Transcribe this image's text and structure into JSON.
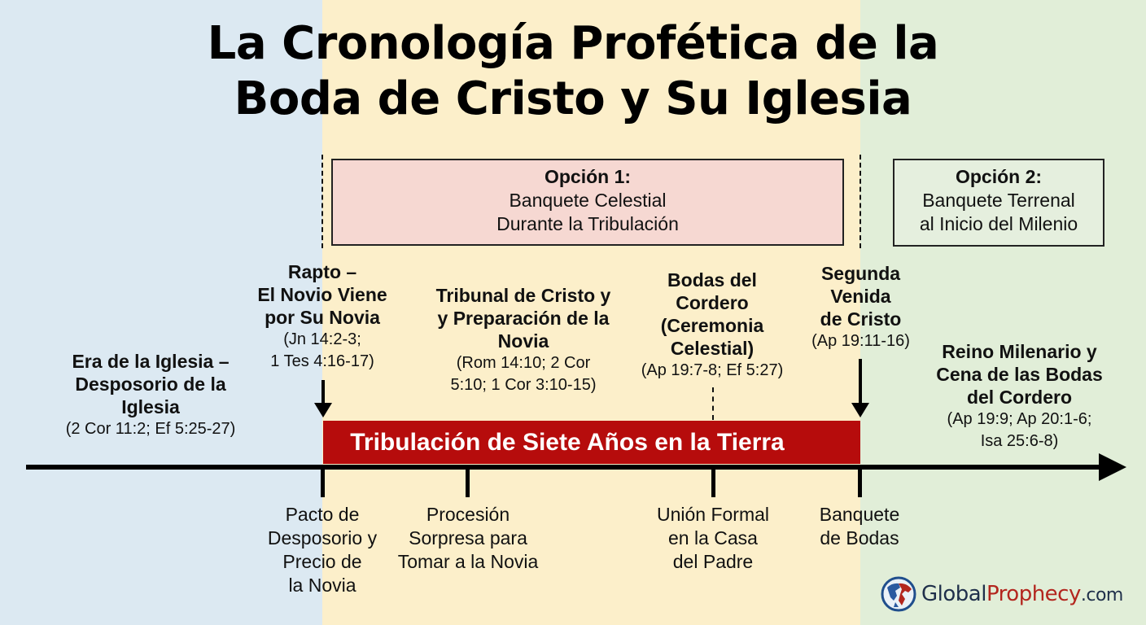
{
  "title": {
    "line1": "La Cronología Profética de la",
    "line2": "Boda de Cristo y Su Iglesia"
  },
  "colors": {
    "church_age_bg": "#dce9f2",
    "tribulation_bg": "#fcefca",
    "millennium_bg": "#e1eed8",
    "tribulation_bar": "#b60c0c",
    "option1_box": "#f6d8d2",
    "option2_box": "#e5efde"
  },
  "options": [
    {
      "heading": "Opción 1:",
      "line1": "Banquete Celestial",
      "line2": "Durante la Tribulación"
    },
    {
      "heading": "Opción 2:",
      "line1": "Banquete Terrenal",
      "line2": "al Inicio del Milenio"
    }
  ],
  "events_above": [
    {
      "id": "church-age",
      "title_lines": [
        "Era de la Iglesia –",
        "Desposorio de la",
        "Iglesia"
      ],
      "refs": [
        "(2 Cor 11:2; Ef 5:25-27)"
      ]
    },
    {
      "id": "rapture",
      "title_lines": [
        "Rapto –",
        "El Novio Viene",
        "por Su Novia"
      ],
      "refs": [
        "(Jn 14:2-3;",
        "1 Tes 4:16-17)"
      ]
    },
    {
      "id": "bema",
      "title_lines": [
        "Tribunal de Cristo y",
        "y Preparación de la",
        "Novia"
      ],
      "refs": [
        "(Rom 14:10; 2 Cor",
        "5:10; 1 Cor 3:10-15)"
      ]
    },
    {
      "id": "marriage",
      "title_lines": [
        "Bodas del",
        "Cordero",
        "(Ceremonia",
        "Celestial)"
      ],
      "refs": [
        "(Ap 19:7-8; Ef 5:27)"
      ]
    },
    {
      "id": "second-coming",
      "title_lines": [
        "Segunda",
        "Venida",
        "de Cristo"
      ],
      "refs": [
        "(Ap 19:11-16)"
      ]
    },
    {
      "id": "millennium",
      "title_lines": [
        "Reino Milenario y",
        "Cena de las Bodas",
        "del Cordero"
      ],
      "refs": [
        "(Ap 19:9; Ap 20:1-6;",
        "Isa 25:6-8)"
      ]
    }
  ],
  "tribulation_bar": {
    "label": "Tribulación de Siete Años en la Tierra"
  },
  "events_below": [
    {
      "id": "betrothal",
      "lines": [
        "Pacto de",
        "Desposorio y",
        "Precio de",
        "la Novia"
      ]
    },
    {
      "id": "procession",
      "lines": [
        "Procesión",
        "Sorpresa para",
        "Tomar a la Novia"
      ]
    },
    {
      "id": "union",
      "lines": [
        "Unión Formal",
        "en la Casa",
        "del Padre"
      ]
    },
    {
      "id": "banquet",
      "lines": [
        "Banquete",
        "de Bodas"
      ]
    }
  ],
  "logo": {
    "part1": "Global",
    "part2": "Prophecy",
    "part3": ".com"
  }
}
